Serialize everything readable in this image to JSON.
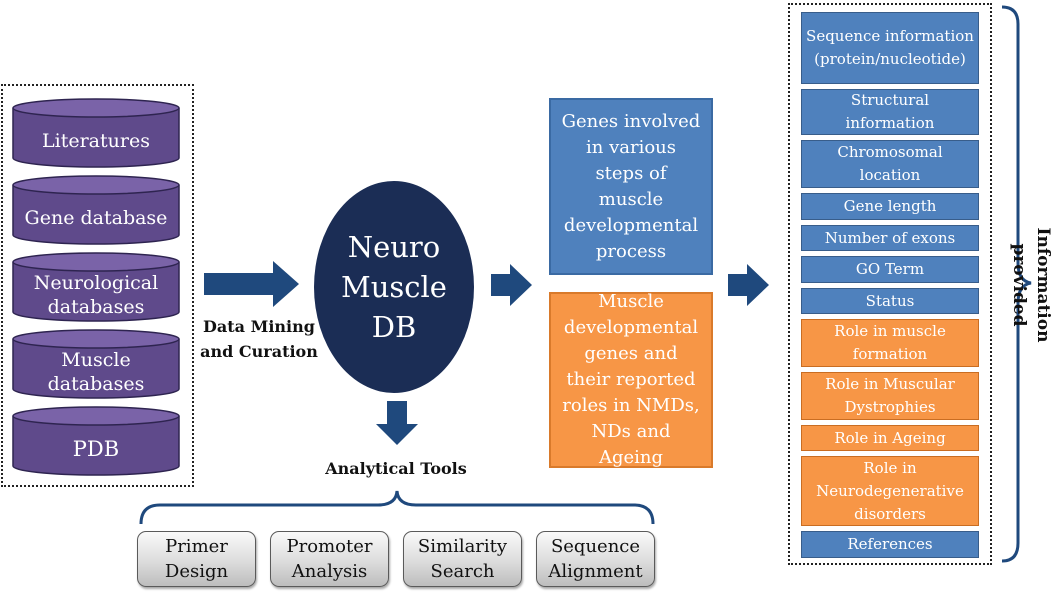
{
  "databases": [
    "Literatures",
    "Gene database",
    "Neurological databases",
    "Muscle databases",
    "PDB"
  ],
  "arrow_caption": "Data Mining and Curation",
  "hub": {
    "title": "Neuro Muscle DB"
  },
  "tools_caption": "Analytical Tools",
  "tools": [
    "Primer Design",
    "Promoter Analysis",
    "Similarity Search",
    "Sequence Alignment"
  ],
  "genes_box": "Genes involved in various steps of muscle developmental process",
  "roles_box": "Muscle developmental genes and their reported roles in NMDs, NDs and Ageing",
  "information": [
    {
      "label": "Sequence information (protein/nucleotide)",
      "color": "blue"
    },
    {
      "label": "Structural information",
      "color": "blue"
    },
    {
      "label": "Chromosomal location",
      "color": "blue"
    },
    {
      "label": "Gene length",
      "color": "blue"
    },
    {
      "label": "Number of exons",
      "color": "blue"
    },
    {
      "label": "GO Term",
      "color": "blue"
    },
    {
      "label": "Status",
      "color": "blue"
    },
    {
      "label": "Role in muscle formation",
      "color": "orange"
    },
    {
      "label": "Role in Muscular Dystrophies",
      "color": "orange"
    },
    {
      "label": "Role in Ageing",
      "color": "orange"
    },
    {
      "label": "Role in Neurodegenerative disorders",
      "color": "orange"
    },
    {
      "label": "References",
      "color": "blue"
    }
  ],
  "information_caption": "Information provided",
  "colors": {
    "cylinder": "#5f4a8b",
    "hub": "#1b2d55",
    "arrow": "#1f497d",
    "blue": "#4f81bd",
    "orange": "#f79646"
  }
}
